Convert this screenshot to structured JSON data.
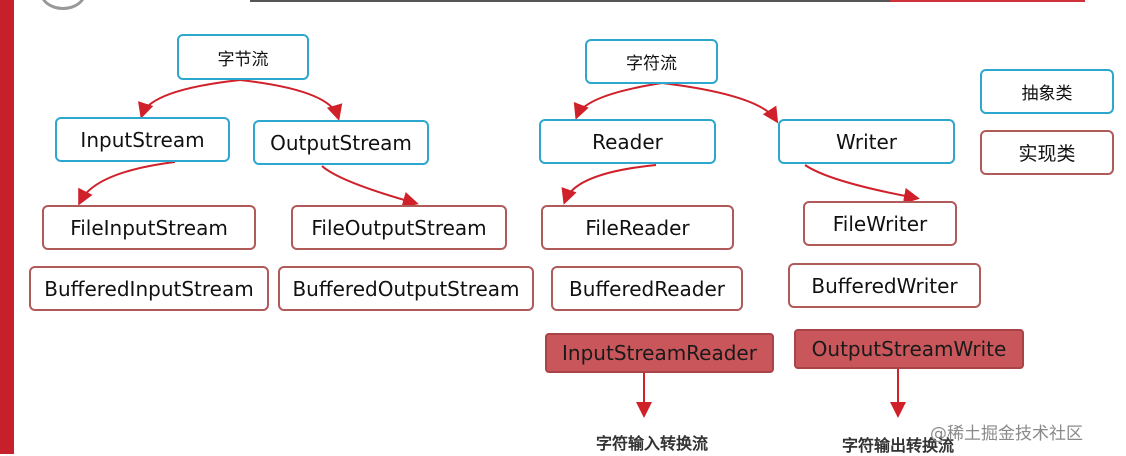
{
  "byte_stream": {
    "root": "字节流",
    "input": "InputStream",
    "output": "OutputStream",
    "file_input": "FileInputStream",
    "buffered_input": "BufferedInputStream",
    "file_output": "FileOutputStream",
    "buffered_output": "BufferedOutputStream"
  },
  "char_stream": {
    "root": "字符流",
    "reader": "Reader",
    "writer": "Writer",
    "file_reader": "FileReader",
    "buffered_reader": "BufferedReader",
    "file_writer": "FileWriter",
    "buffered_writer": "BufferedWriter",
    "input_stream_reader": "InputStreamReader",
    "output_stream_write": "OutputStreamWrite",
    "input_convert_label": "字符输入转换流",
    "output_convert_label": "字符输出转换流"
  },
  "legend": {
    "abstract": "抽象类",
    "implementation": "实现类"
  },
  "watermark": "@稀土掘金技术社区",
  "colors": {
    "abstract_border": "#2ea7cf",
    "impl_border": "#b05a5a",
    "converter_fill": "#c9565a",
    "arrow": "#d0202a"
  }
}
